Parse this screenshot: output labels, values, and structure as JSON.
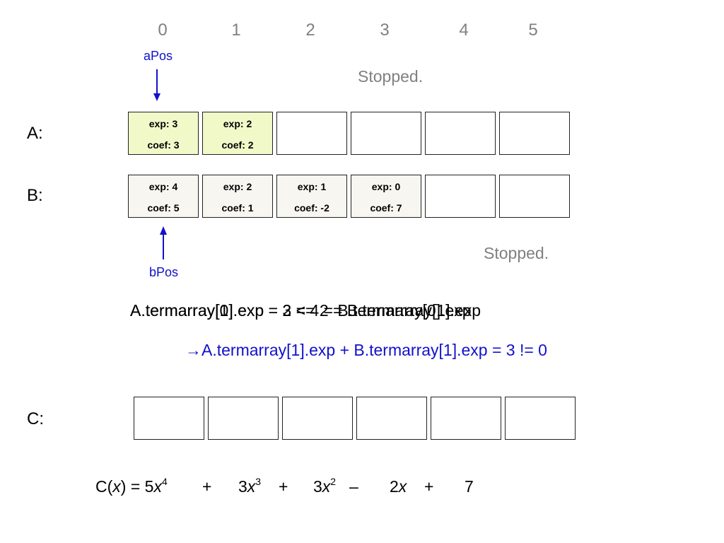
{
  "indices": [
    "0",
    "1",
    "2",
    "3",
    "4",
    "5"
  ],
  "pointers": {
    "a_label": "aPos",
    "b_label": "bPos"
  },
  "status": {
    "a": "Stopped.",
    "b": "Stopped."
  },
  "rows": {
    "A": {
      "label": "A:",
      "cells": [
        {
          "exp": "exp: 3",
          "coef": "coef: 3",
          "highlight": true
        },
        {
          "exp": "exp: 2",
          "coef": "coef: 2",
          "highlight": true
        },
        {
          "exp": "",
          "coef": ""
        },
        {
          "exp": "",
          "coef": ""
        },
        {
          "exp": "",
          "coef": ""
        },
        {
          "exp": "",
          "coef": ""
        }
      ]
    },
    "B": {
      "label": "B:",
      "cells": [
        {
          "exp": "exp: 4",
          "coef": "coef: 5"
        },
        {
          "exp": "exp: 2",
          "coef": "coef: 1"
        },
        {
          "exp": "exp: 1",
          "coef": "coef: -2"
        },
        {
          "exp": "exp: 0",
          "coef": "coef: 7"
        },
        {
          "exp": "",
          "coef": ""
        },
        {
          "exp": "",
          "coef": ""
        }
      ]
    },
    "C": {
      "label": "C:",
      "cells": [
        {
          "exp": "",
          "coef": ""
        },
        {
          "exp": "",
          "coef": ""
        },
        {
          "exp": "",
          "coef": ""
        },
        {
          "exp": "",
          "coef": ""
        },
        {
          "exp": "",
          "coef": ""
        },
        {
          "exp": "",
          "coef": ""
        }
      ]
    }
  },
  "comparisons": {
    "line1": "A.termarray[0].exp = 3 < 4 = B.termarray[0].exp",
    "line2": "A.termarray[1].exp = 2 == 2 = B.termarray[1].exp",
    "result": "→A.termarray[1].exp + B.termarray[1].exp = 3 != 0"
  },
  "polynomial": {
    "prefix": "C(",
    "var": "x",
    "close": ") = 5",
    "t1_var": "x",
    "t1_exp": "4",
    "op1": "+",
    "t2_coef": "3",
    "t2_var": "x",
    "t2_exp": "3",
    "op2": "+",
    "t3_coef": "3",
    "t3_var": "x",
    "t3_exp": "2",
    "op3": "–",
    "t4_coef": "2",
    "t4_var": "x",
    "op4": "+",
    "t5": "7"
  },
  "colors": {
    "pointer": "#1111cc",
    "status": "#808080",
    "highlight": "#f1f9c9",
    "filled": "#f8f6f0"
  }
}
